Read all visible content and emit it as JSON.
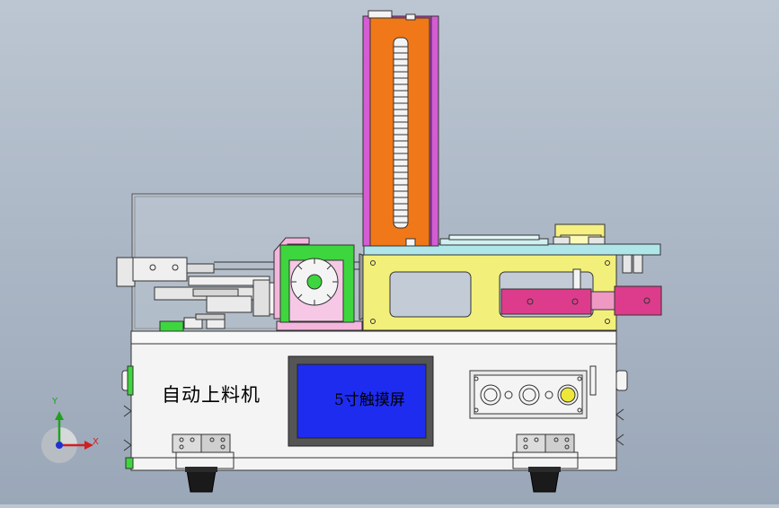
{
  "machine": {
    "name": "自动上料机",
    "screen_label": "5寸触摸屏"
  },
  "axes": {
    "x_label": "X",
    "y_label": "Y"
  },
  "colors": {
    "background_top": "#bcc6d2",
    "background_bottom": "#9aa7b8",
    "magazine_orange": "#f07818",
    "magazine_rails": "#c83cc8",
    "frame_yellow": "#f2f07a",
    "cylinder_magenta": "#dd3c8c",
    "mount_green": "#3ed63e",
    "screen_blue": "#1e2cf0",
    "body_white": "#f4f4f4",
    "top_plate_cyan": "#aee6ea"
  }
}
